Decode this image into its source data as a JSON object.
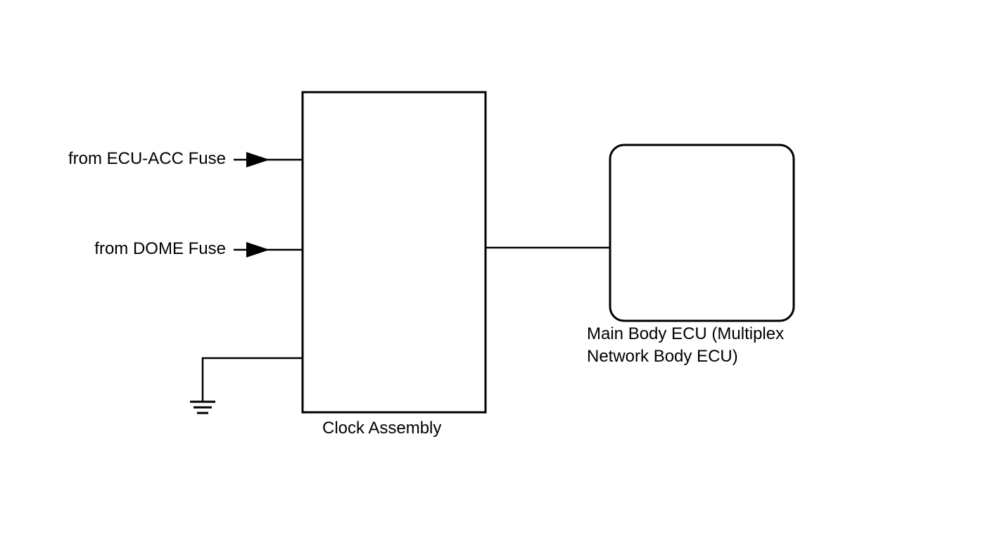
{
  "inputs": {
    "ecu_acc": "from ECU-ACC Fuse",
    "dome": "from DOME Fuse"
  },
  "components": {
    "clock": "Clock Assembly",
    "main_body_line1": "Main Body ECU (Multiplex",
    "main_body_line2": "Network Body ECU)"
  },
  "colors": {
    "line": "#000000",
    "background": "#ffffff"
  }
}
